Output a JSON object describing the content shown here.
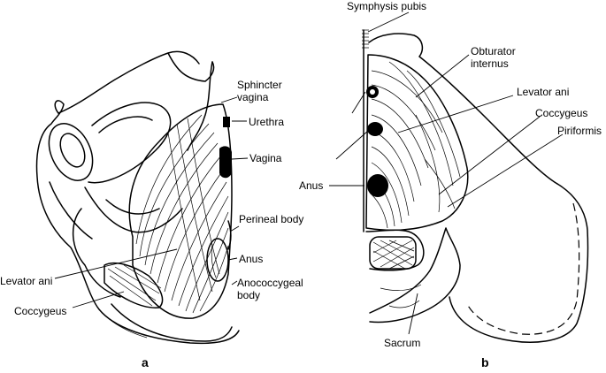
{
  "panel_a": {
    "letter": "a",
    "labels": {
      "sphincter_line1": "Sphincter",
      "sphincter_line2": "vagina",
      "urethra": "Urethra",
      "vagina": "Vagina",
      "perineal_body": "Perineal body",
      "anus": "Anus",
      "anococcygeal_line1": "Anococcygeal",
      "anococcygeal_line2": "body",
      "levator_ani": "Levator ani",
      "coccygeus": "Coccygeus"
    }
  },
  "panel_b": {
    "letter": "b",
    "labels": {
      "symphysis_pubis": "Symphysis pubis",
      "obturator_line1": "Obturator",
      "obturator_line2": "internus",
      "levator_ani": "Levator ani",
      "coccygeus": "Coccygeus",
      "piriformis": "Piriformis",
      "anus": "Anus",
      "sacrum": "Sacrum"
    }
  }
}
